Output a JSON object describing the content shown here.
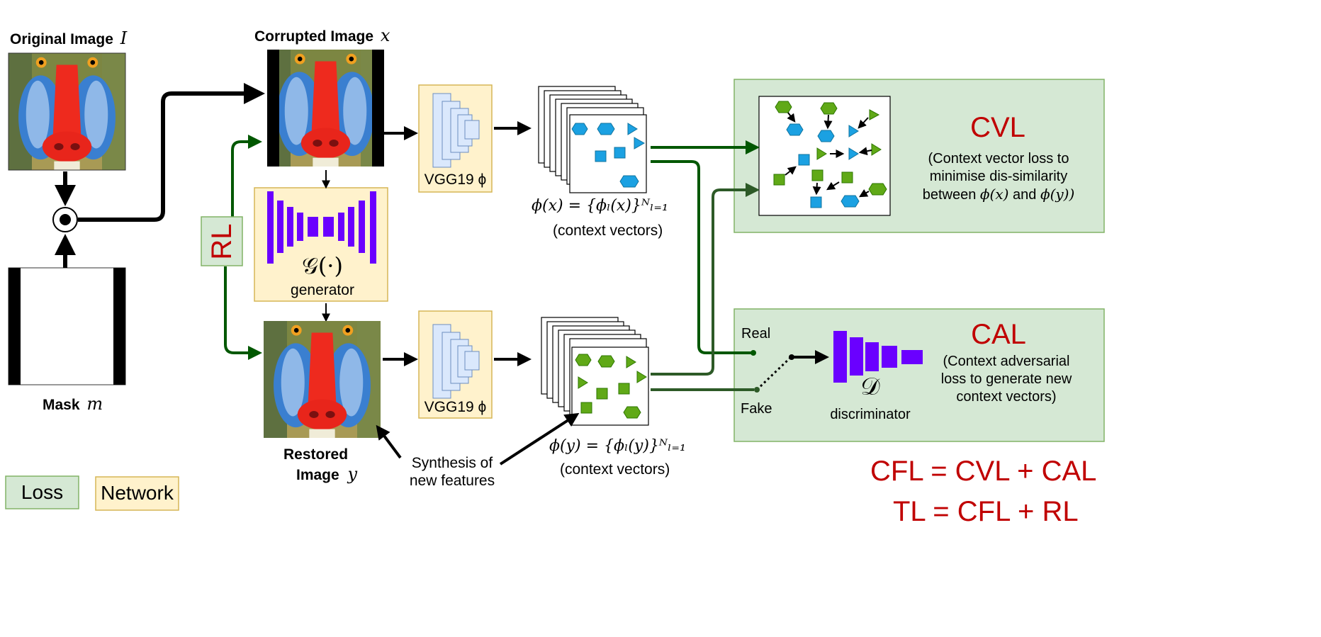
{
  "labels": {
    "original": "Original Image",
    "original_sym": "I",
    "corrupted": "Corrupted Image",
    "corrupted_sym": "x",
    "mask": "Mask",
    "mask_sym": "m",
    "restored_1": "Restored",
    "restored_2": "Image",
    "restored_sym": "y",
    "rl": "RL",
    "generator_sym": "𝒢(·)",
    "generator": "generator",
    "vgg_top": "VGG19 ϕ",
    "vgg_bottom": "VGG19 ϕ",
    "phi_x": "ϕ(x) = {ϕₗ(x)}ᴺₗ₌₁",
    "phi_y": "ϕ(y) = {ϕₗ(y)}ᴺₗ₌₁",
    "context_vectors_top": "(context vectors)",
    "context_vectors_bottom": "(context vectors)",
    "synthesis_1": "Synthesis of",
    "synthesis_2": "new features",
    "real": "Real",
    "fake": "Fake",
    "discriminator_sym": "𝒟",
    "discriminator": "discriminator"
  },
  "cvl": {
    "title": "CVL",
    "desc_1": "(Context vector loss to",
    "desc_2": "minimise dis-similarity",
    "desc_3_pre": "between",
    "desc_3_a": "ϕ(x)",
    "desc_3_and": "and",
    "desc_3_b": "ϕ(y))"
  },
  "cal": {
    "title": "CAL",
    "desc_1": "(Context adversarial",
    "desc_2": "loss to generate new",
    "desc_3": "context vectors)"
  },
  "legend": {
    "loss": "Loss",
    "network": "Network"
  },
  "equations": {
    "cfl": "CFL = CVL + CAL",
    "tl": "TL = CFL + RL"
  },
  "colors": {
    "loss_fill": "#d5e8d4",
    "loss_border": "#82b366",
    "network_fill": "#fff2cc",
    "network_border": "#d6b656",
    "vgg_layer_fill": "#dae8fc",
    "vgg_layer_border": "#6c8ebf",
    "gen_bar": "#6a00ff",
    "blue_shape": "#1ba1e2",
    "green_shape": "#60a917",
    "dark_green_arrow": "#005700",
    "accent_red": "#c00000"
  }
}
